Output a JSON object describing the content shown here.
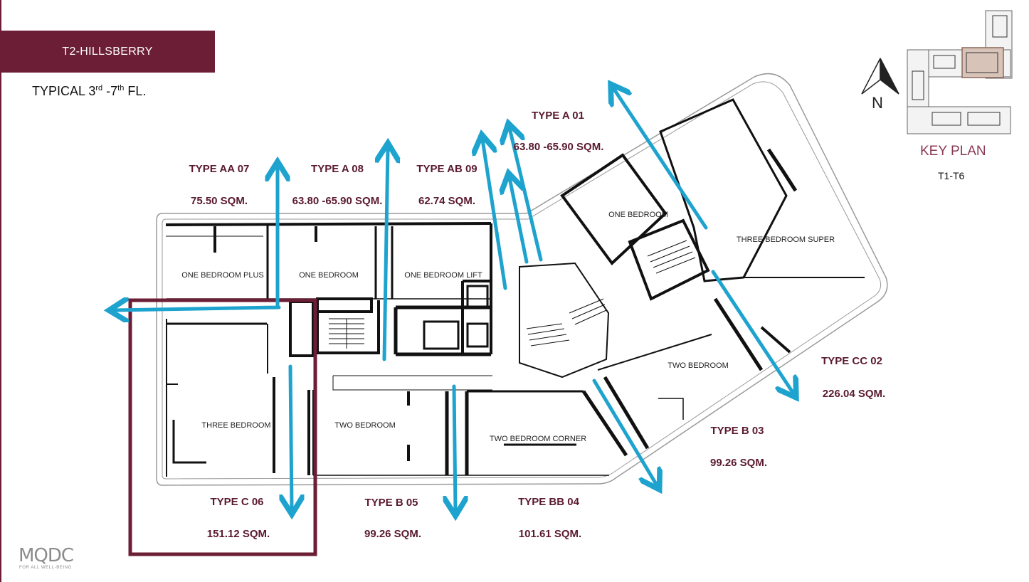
{
  "header": {
    "project_label": "T2-HILLSBERRY",
    "floor_prefix": "TYPICAL 3",
    "floor_sup1": "rd",
    "floor_mid": " -7",
    "floor_sup2": "th",
    "floor_suffix": " FL."
  },
  "units": [
    {
      "type": "TYPE AA 07",
      "area": "75.50 SQM."
    },
    {
      "type": "TYPE A 08",
      "area": "63.80 -65.90 SQM."
    },
    {
      "type": "TYPE AB 09",
      "area": "62.74 SQM."
    },
    {
      "type": "TYPE A 01",
      "area": "63.80 -65.90 SQM."
    },
    {
      "type": "TYPE CC 02",
      "area": "226.04 SQM."
    },
    {
      "type": "TYPE B 03",
      "area": "99.26 SQM."
    },
    {
      "type": "TYPE BB 04",
      "area": "101.61 SQM."
    },
    {
      "type": "TYPE B 05",
      "area": "99.26 SQM."
    },
    {
      "type": "TYPE C 06",
      "area": "151.12 SQM."
    }
  ],
  "rooms": [
    "ONE BEDROOM PLUS",
    "ONE BEDROOM",
    "ONE BEDROOM LIFT",
    "ONE BEDROOM",
    "THREE BEDROOM SUPER",
    "TWO BEDROOM",
    "THREE BEDROOM",
    "TWO BEDROOM",
    "TWO BEDROOM CORNER"
  ],
  "key_plan": {
    "title": "KEY PLAN",
    "subtitle": "T1-T6",
    "north": "N"
  },
  "brand": {
    "logo": "MQDC",
    "tagline": "FOR ALL WELL-BEING"
  },
  "colors": {
    "accent": "#6b1e35",
    "arrow": "#1ea3cf",
    "label": "#5a1a2e"
  },
  "highlighted_unit": "TYPE C 06"
}
